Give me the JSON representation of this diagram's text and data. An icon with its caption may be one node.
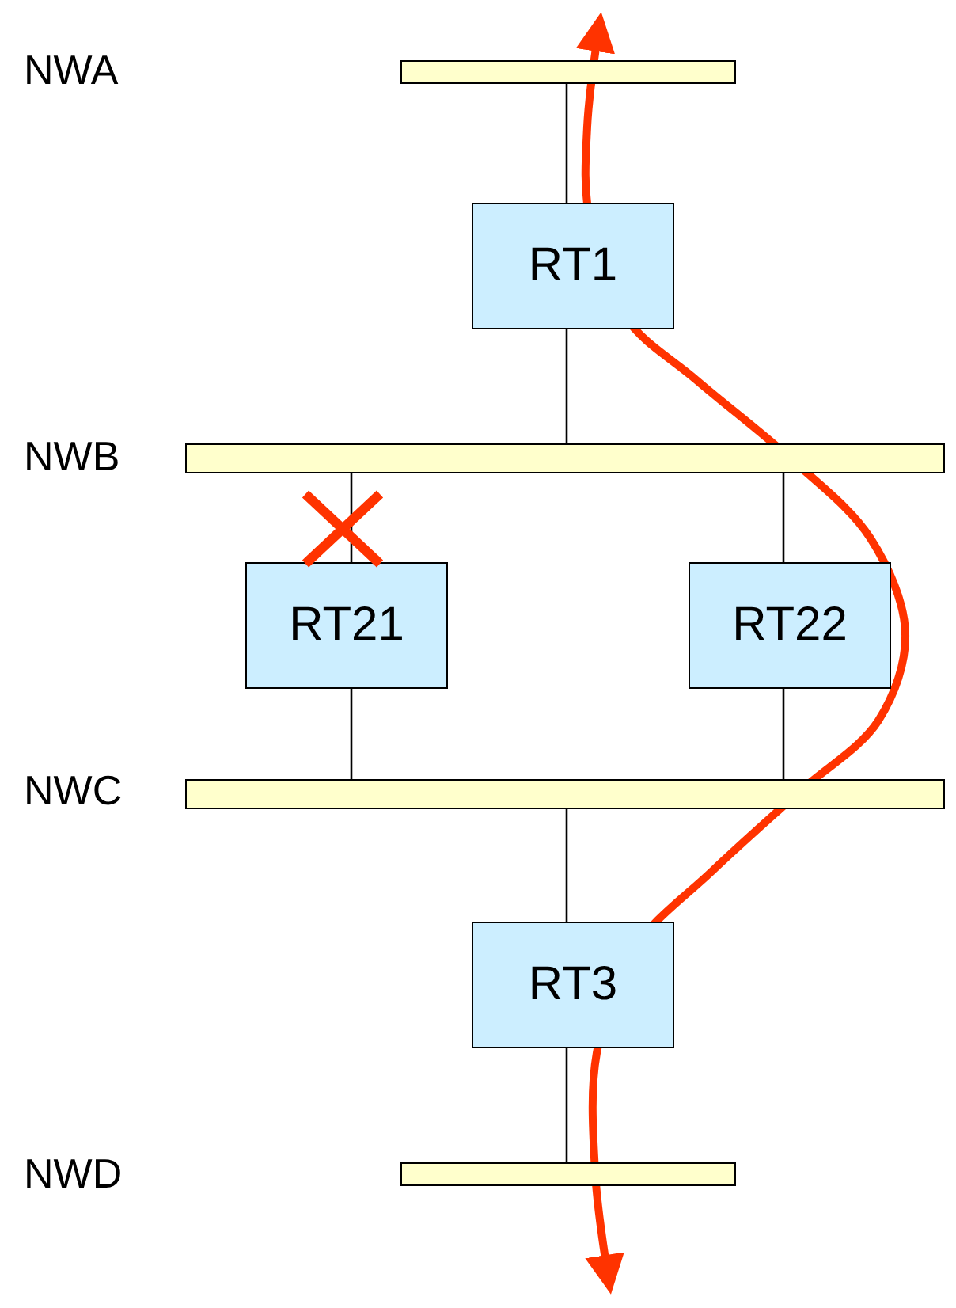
{
  "diagram": {
    "nodes": [
      {
        "text": [],
        "shape": "bar"
      },
      {
        "text": [
          "RT1"
        ]
      },
      {
        "text": [],
        "shape": "bar"
      },
      {
        "text": [
          "RT21"
        ]
      },
      {
        "text": [
          "RT22"
        ]
      },
      {
        "text": [],
        "shape": "bar"
      },
      {
        "text": [
          "RT3"
        ]
      },
      {
        "text": [],
        "shape": "bar"
      }
    ],
    "edges": [
      {
        "from": 0,
        "to": 1,
        "arrow": "none"
      },
      {
        "from": 1,
        "to": 2,
        "arrow": "none"
      },
      {
        "from": 2,
        "to": 3,
        "arrow": "none"
      },
      {
        "from": 2,
        "to": 4,
        "arrow": "none"
      },
      {
        "from": 3,
        "to": 5,
        "arrow": "none"
      },
      {
        "from": 4,
        "to": 5,
        "arrow": "none"
      },
      {
        "from": 5,
        "to": 6,
        "arrow": "none"
      },
      {
        "from": 6,
        "to": 7,
        "arrow": "none"
      }
    ],
    "labels": [
      "NWA",
      "NWB",
      "NWC",
      "NWD"
    ]
  }
}
